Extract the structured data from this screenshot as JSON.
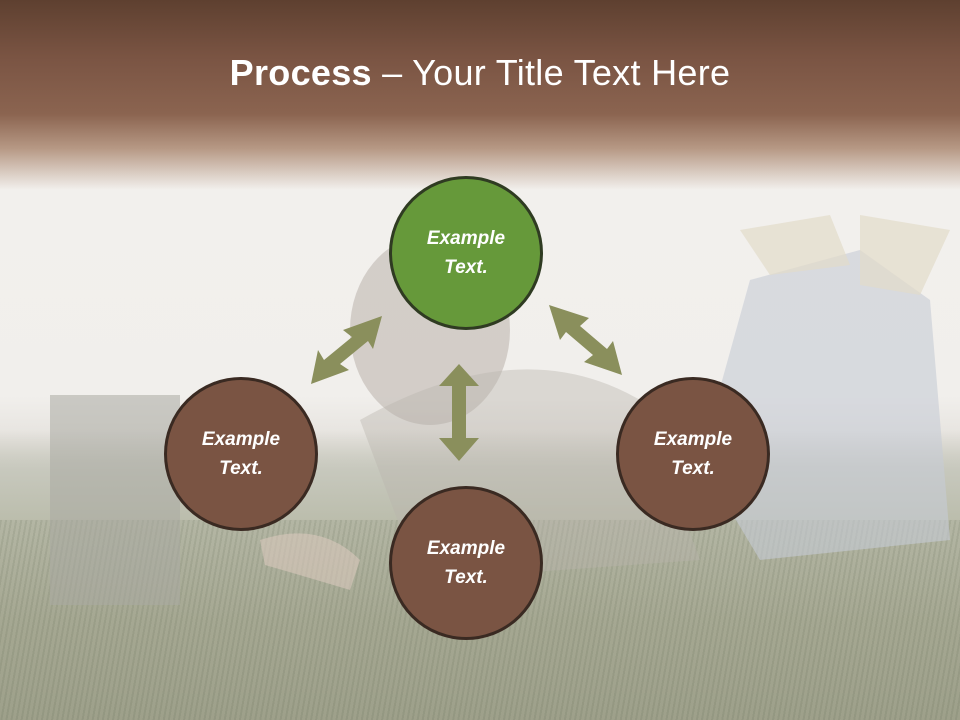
{
  "slide": {
    "title_bold": "Process",
    "title_rest": " – Your Title Text Here"
  },
  "nodes": [
    {
      "id": "top",
      "line1": "Example",
      "line2": "Text.",
      "color": "#66993a"
    },
    {
      "id": "left",
      "line1": "Example",
      "line2": "Text.",
      "color": "#7a5443"
    },
    {
      "id": "right",
      "line1": "Example",
      "line2": "Text.",
      "color": "#7a5443"
    },
    {
      "id": "bottom",
      "line1": "Example",
      "line2": "Text.",
      "color": "#7a5443"
    }
  ],
  "colors": {
    "header": "#7a5443",
    "arrow": "#8a8f5c",
    "node_outline": "#3a2a22"
  }
}
